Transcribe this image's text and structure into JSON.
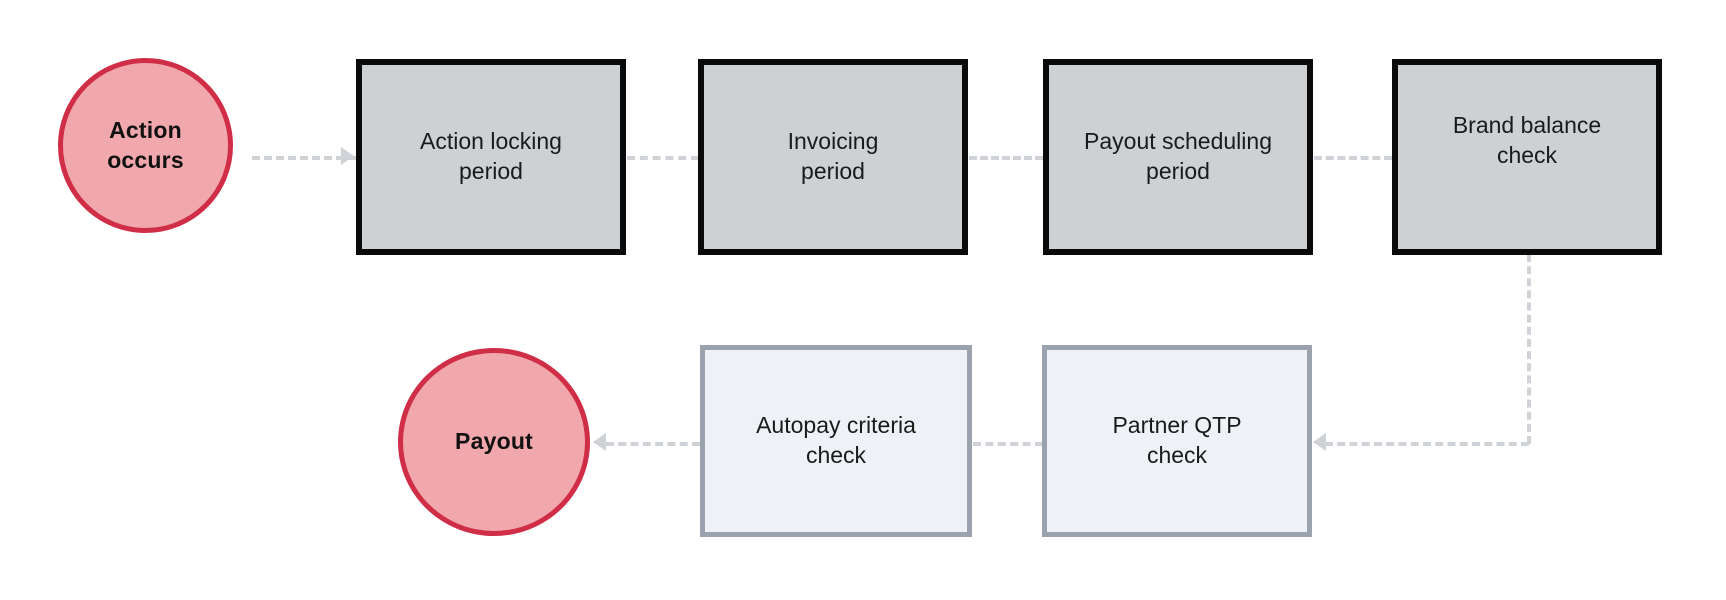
{
  "diagram": {
    "type": "flowchart",
    "title": "",
    "background_color": "#ffffff",
    "colors": {
      "terminator_fill": "#f0a8ad",
      "terminator_border": "#d02d47",
      "process_fill": "#cdd1d4",
      "process_border": "#0a0a0a",
      "check_fill": "#eef2f7",
      "check_border": "#9aa3ad",
      "connector": "#cfd2d6"
    },
    "nodes": [
      {
        "id": "action-occurs",
        "shape": "circle",
        "label": "Action\noccurs"
      },
      {
        "id": "action-locking",
        "shape": "process",
        "label": "Action locking\nperiod"
      },
      {
        "id": "invoicing",
        "shape": "process",
        "label": "Invoicing\nperiod"
      },
      {
        "id": "payout-scheduling",
        "shape": "process",
        "label": "Payout scheduling\nperiod"
      },
      {
        "id": "brand-balance",
        "shape": "process",
        "label": "Brand balance\ncheck"
      },
      {
        "id": "partner-qtp",
        "shape": "check",
        "label": "Partner QTP\ncheck"
      },
      {
        "id": "autopay-criteria",
        "shape": "check",
        "label": "Autopay criteria\ncheck"
      },
      {
        "id": "payout",
        "shape": "circle",
        "label": "Payout"
      }
    ],
    "edges": [
      {
        "from": "action-occurs",
        "to": "action-locking",
        "style": "dashed",
        "arrow": "right"
      },
      {
        "from": "action-locking",
        "to": "invoicing",
        "style": "dashed",
        "arrow": "none"
      },
      {
        "from": "invoicing",
        "to": "payout-scheduling",
        "style": "dashed",
        "arrow": "none"
      },
      {
        "from": "payout-scheduling",
        "to": "brand-balance",
        "style": "dashed",
        "arrow": "none"
      },
      {
        "from": "brand-balance",
        "to": "partner-qtp",
        "style": "dashed",
        "arrow": "left"
      },
      {
        "from": "partner-qtp",
        "to": "autopay-criteria",
        "style": "dashed",
        "arrow": "none"
      },
      {
        "from": "autopay-criteria",
        "to": "payout",
        "style": "dashed",
        "arrow": "left"
      }
    ]
  }
}
